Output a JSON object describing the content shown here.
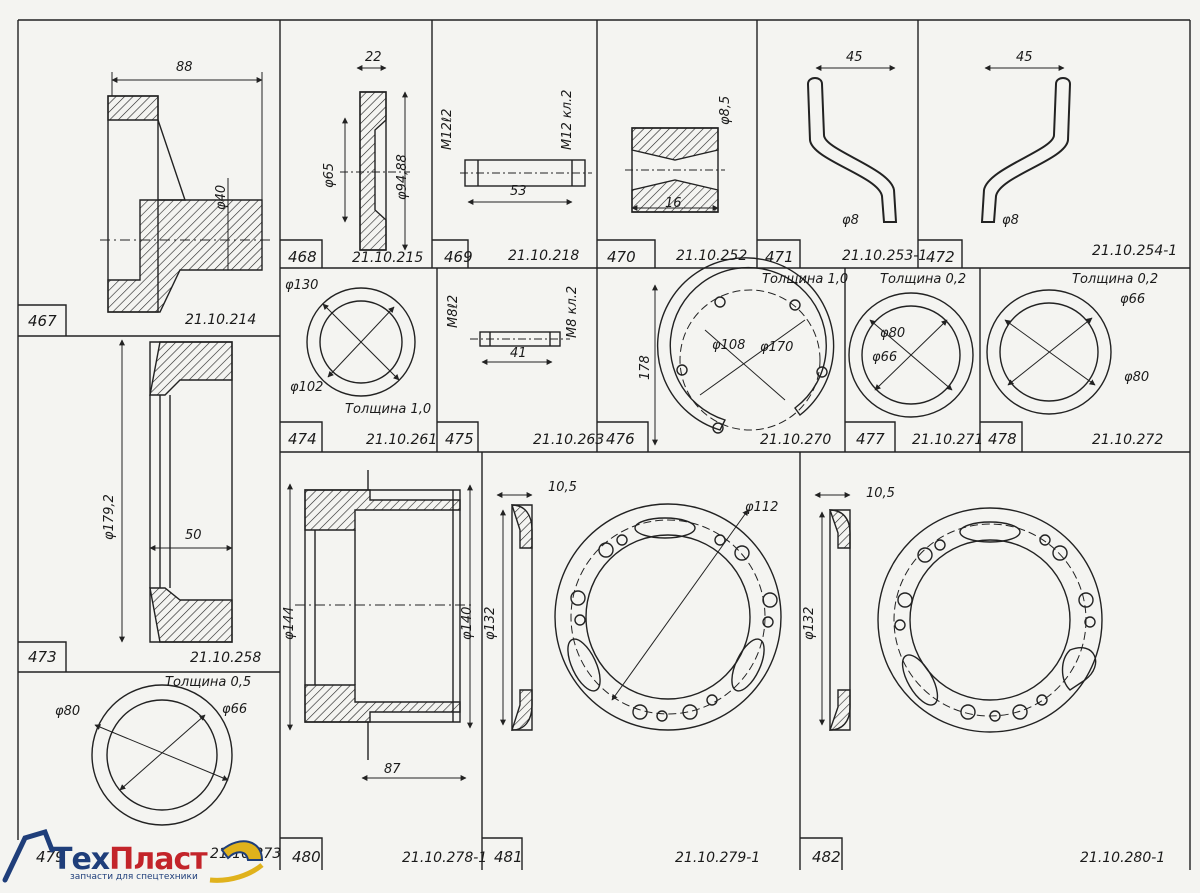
{
  "parts": [
    {
      "id": "p467",
      "number": "467",
      "code": "21.10.214",
      "dims": [
        "88",
        "φ40"
      ]
    },
    {
      "id": "p468",
      "number": "468",
      "code": "21.10.215",
      "dims": [
        "22",
        "φ65",
        "φ94,88"
      ]
    },
    {
      "id": "p469",
      "number": "469",
      "code": "21.10.218",
      "dims": [
        "M12ℓ2",
        "M12 кл.2",
        "53"
      ]
    },
    {
      "id": "p470",
      "number": "470",
      "code": "21.10.252",
      "dims": [
        "φ8,5",
        "16"
      ]
    },
    {
      "id": "p471",
      "number": "471",
      "code": "21.10.253-1",
      "dims": [
        "45",
        "φ8"
      ]
    },
    {
      "id": "p472",
      "number": "472",
      "code": "21.10.254-1",
      "dims": [
        "45",
        "φ8"
      ]
    },
    {
      "id": "p473",
      "number": "473",
      "code": "21.10.258",
      "dims": [
        "φ179,2",
        "50"
      ]
    },
    {
      "id": "p474",
      "number": "474",
      "code": "21.10.261",
      "dims": [
        "φ130",
        "φ102"
      ],
      "note": "Толщина 1,0"
    },
    {
      "id": "p475",
      "number": "475",
      "code": "21.10.263",
      "dims": [
        "M8ℓ2",
        "M8 кл.2",
        "41"
      ]
    },
    {
      "id": "p476",
      "number": "476",
      "code": "21.10.270",
      "dims": [
        "178",
        "φ108",
        "φ170"
      ],
      "note": "Толщина 1,0"
    },
    {
      "id": "p477",
      "number": "477",
      "code": "21.10.271",
      "dims": [
        "φ80",
        "φ66"
      ],
      "note": "Толщина 0,2"
    },
    {
      "id": "p478",
      "number": "478",
      "code": "21.10.272",
      "dims": [
        "φ66",
        "φ80"
      ],
      "note": "Толщина 0,2"
    },
    {
      "id": "p479",
      "number": "479",
      "code": "21.10.273",
      "dims": [
        "φ80",
        "φ66"
      ],
      "note": "Толщина 0,5"
    },
    {
      "id": "p480",
      "number": "480",
      "code": "21.10.278-1",
      "dims": [
        "φ144",
        "φ140",
        "87"
      ]
    },
    {
      "id": "p481",
      "number": "481",
      "code": "21.10.279-1",
      "dims": [
        "10,5",
        "φ132",
        "φ112"
      ]
    },
    {
      "id": "p482",
      "number": "482",
      "code": "21.10.280-1",
      "dims": [
        "10,5",
        "φ132"
      ]
    }
  ],
  "logo": {
    "brand_a": "Тех",
    "brand_b": "Пласт",
    "tagline": "запчасти для спецтехники"
  },
  "colors": {
    "ink": "#1a1a1a",
    "paper": "#f4f4f1",
    "brand_blue": "#1f3e7a",
    "brand_red": "#c3242a"
  }
}
